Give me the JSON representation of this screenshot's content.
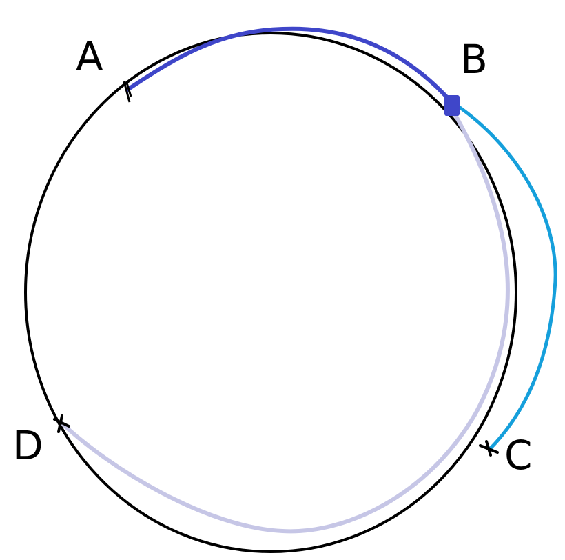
{
  "diagram": {
    "title": "",
    "colors": {
      "circle": "#000000",
      "arc_ab": "#3f46c9",
      "arc_bc": "#159fdb",
      "arc_bd": "#c6c6e6",
      "point_b_marker": "#3f46c9",
      "markers": "#000000",
      "labels": "#000000"
    },
    "points": [
      {
        "id": "A",
        "label": "A"
      },
      {
        "id": "B",
        "label": "B"
      },
      {
        "id": "C",
        "label": "C"
      },
      {
        "id": "D",
        "label": "D"
      }
    ],
    "paths": [
      {
        "id": "arc-ab",
        "from": "A",
        "to": "B"
      },
      {
        "id": "arc-bc",
        "from": "B",
        "to": "C"
      },
      {
        "id": "arc-bd",
        "from": "B",
        "to": "D"
      }
    ]
  }
}
